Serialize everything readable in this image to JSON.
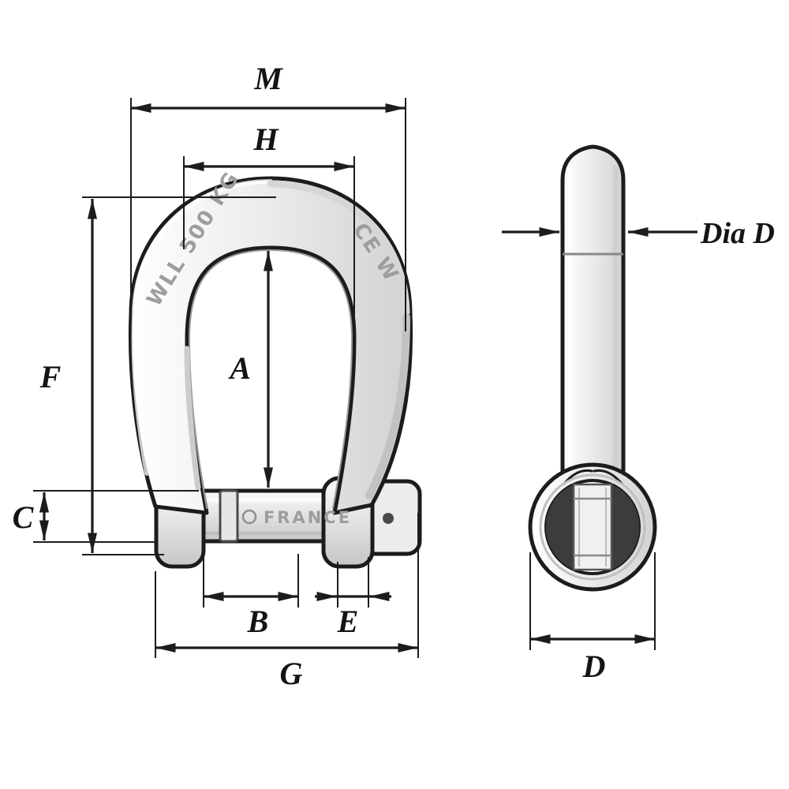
{
  "diagram": {
    "type": "technical-dimension-drawing",
    "subject": "bow shackle with self-locking pin",
    "views": {
      "front": "front view",
      "side": "pin side view"
    }
  },
  "labels": {
    "M": "M",
    "H": "H",
    "A": "A",
    "F": "F",
    "C": "C",
    "B": "B",
    "E": "E",
    "G": "G",
    "D": "D",
    "dia_d": "Dia D"
  },
  "markings": {
    "wll": "WLL 500 KG",
    "ce": "CE W",
    "pin_origin": "FRANCE"
  },
  "colors": {
    "line": "#1c1c1c",
    "dimension": "#1c1c1c",
    "metal_light": "#f7f7f7",
    "metal_mid": "#e6e6e6",
    "metal_dark": "#c9c9c9",
    "engraving": "#9d9d9d",
    "background": "#ffffff"
  }
}
